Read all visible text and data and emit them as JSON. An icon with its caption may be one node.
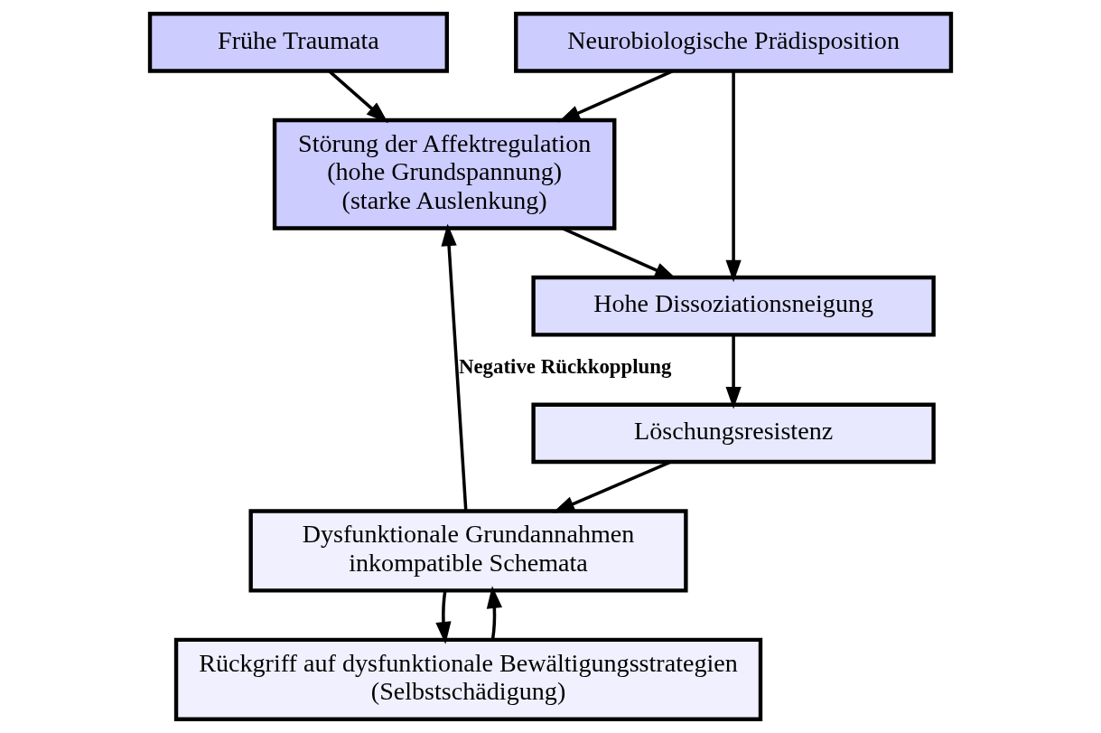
{
  "diagram": {
    "nodes": [
      {
        "text": [
          "Frühe Traumata"
        ]
      },
      {
        "text": [
          "Neurobiologische Prädisposition"
        ]
      },
      {
        "text": [
          "Störung der Affektregulation",
          "(hohe Grundspannung)",
          "(starke Auslenkung)"
        ]
      },
      {
        "text": [
          "Hohe Dissoziationsneigung"
        ]
      },
      {
        "text": [
          "Löschungsresistenz"
        ]
      },
      {
        "text": [
          "Dysfunktionale Grundannahmen",
          "inkompatible Schemata"
        ]
      },
      {
        "text": [
          "Rückgriff auf dysfunktionale Bewältigungsstrategien",
          "(Selbstschädigung)"
        ]
      }
    ],
    "edges": [
      {
        "from": 0,
        "to": 2,
        "arrow": "to"
      },
      {
        "from": 1,
        "to": 2,
        "arrow": "to"
      },
      {
        "from": 1,
        "to": 3,
        "arrow": "to"
      },
      {
        "from": 2,
        "to": 3,
        "arrow": "to"
      },
      {
        "from": 3,
        "to": 4,
        "arrow": "to"
      },
      {
        "from": 4,
        "to": 5,
        "arrow": "to"
      },
      {
        "from": 5,
        "to": 2,
        "label": "Negative Rückkopplung",
        "arrow": "to"
      },
      {
        "from": 5,
        "to": 6,
        "arrow": "to"
      },
      {
        "from": 6,
        "to": 5,
        "arrow": "to"
      }
    ]
  }
}
